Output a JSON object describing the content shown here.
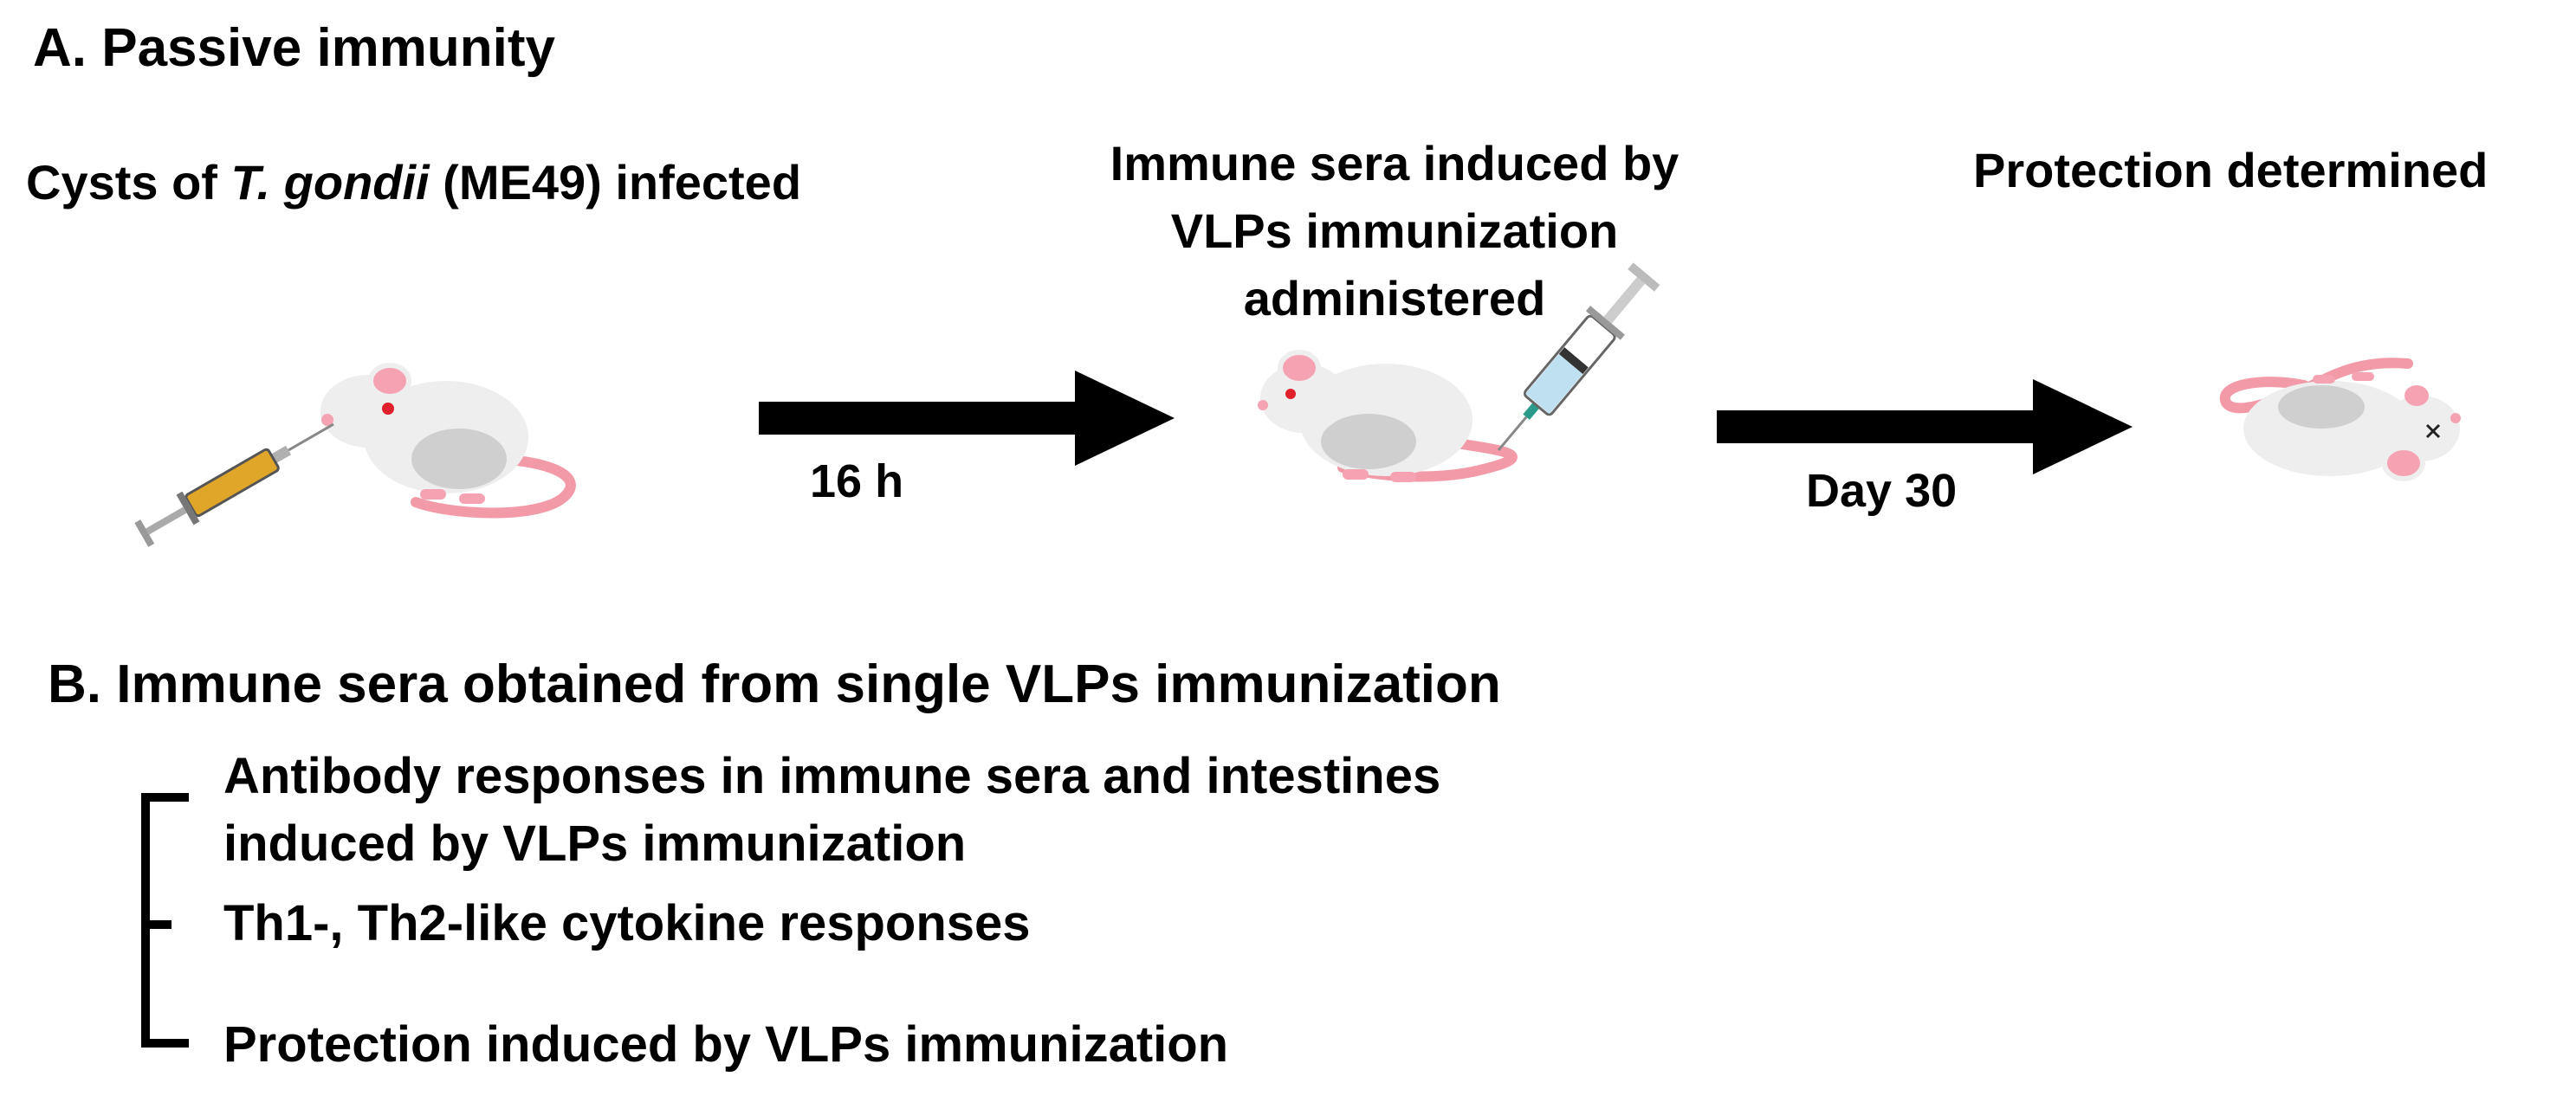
{
  "section_a": {
    "title": "A. Passive immunity",
    "step1": {
      "pre": "Cysts of ",
      "species": "T. gondii",
      "post": " (ME49) infected"
    },
    "step2": {
      "lines": [
        "Immune sera induced by",
        "VLPs immunization",
        "administered"
      ]
    },
    "step3": {
      "label": "Protection determined"
    },
    "arrow1_label": "16 h",
    "arrow2_label": "Day 30"
  },
  "section_b": {
    "title": "B. Immune sera obtained from single VLPs immunization",
    "items": [
      {
        "lines": [
          "Antibody responses in immune sera and intestines",
          "induced by VLPs immunization"
        ]
      },
      {
        "lines": [
          "Th1-, Th2-like cytokine responses"
        ]
      },
      {
        "lines": [
          "Protection induced by VLPs immunization"
        ]
      }
    ]
  },
  "colors": {
    "arrow": "#000000",
    "mouse_body": "#eeeeee",
    "mouse_shade": "#cfcfcf",
    "mouse_tail": "#f29aa8",
    "mouse_ear": "#f5a3b3",
    "syringe_fluid_yellow": "#e0a62a",
    "syringe_fluid_blue": "#bfe0f0"
  }
}
